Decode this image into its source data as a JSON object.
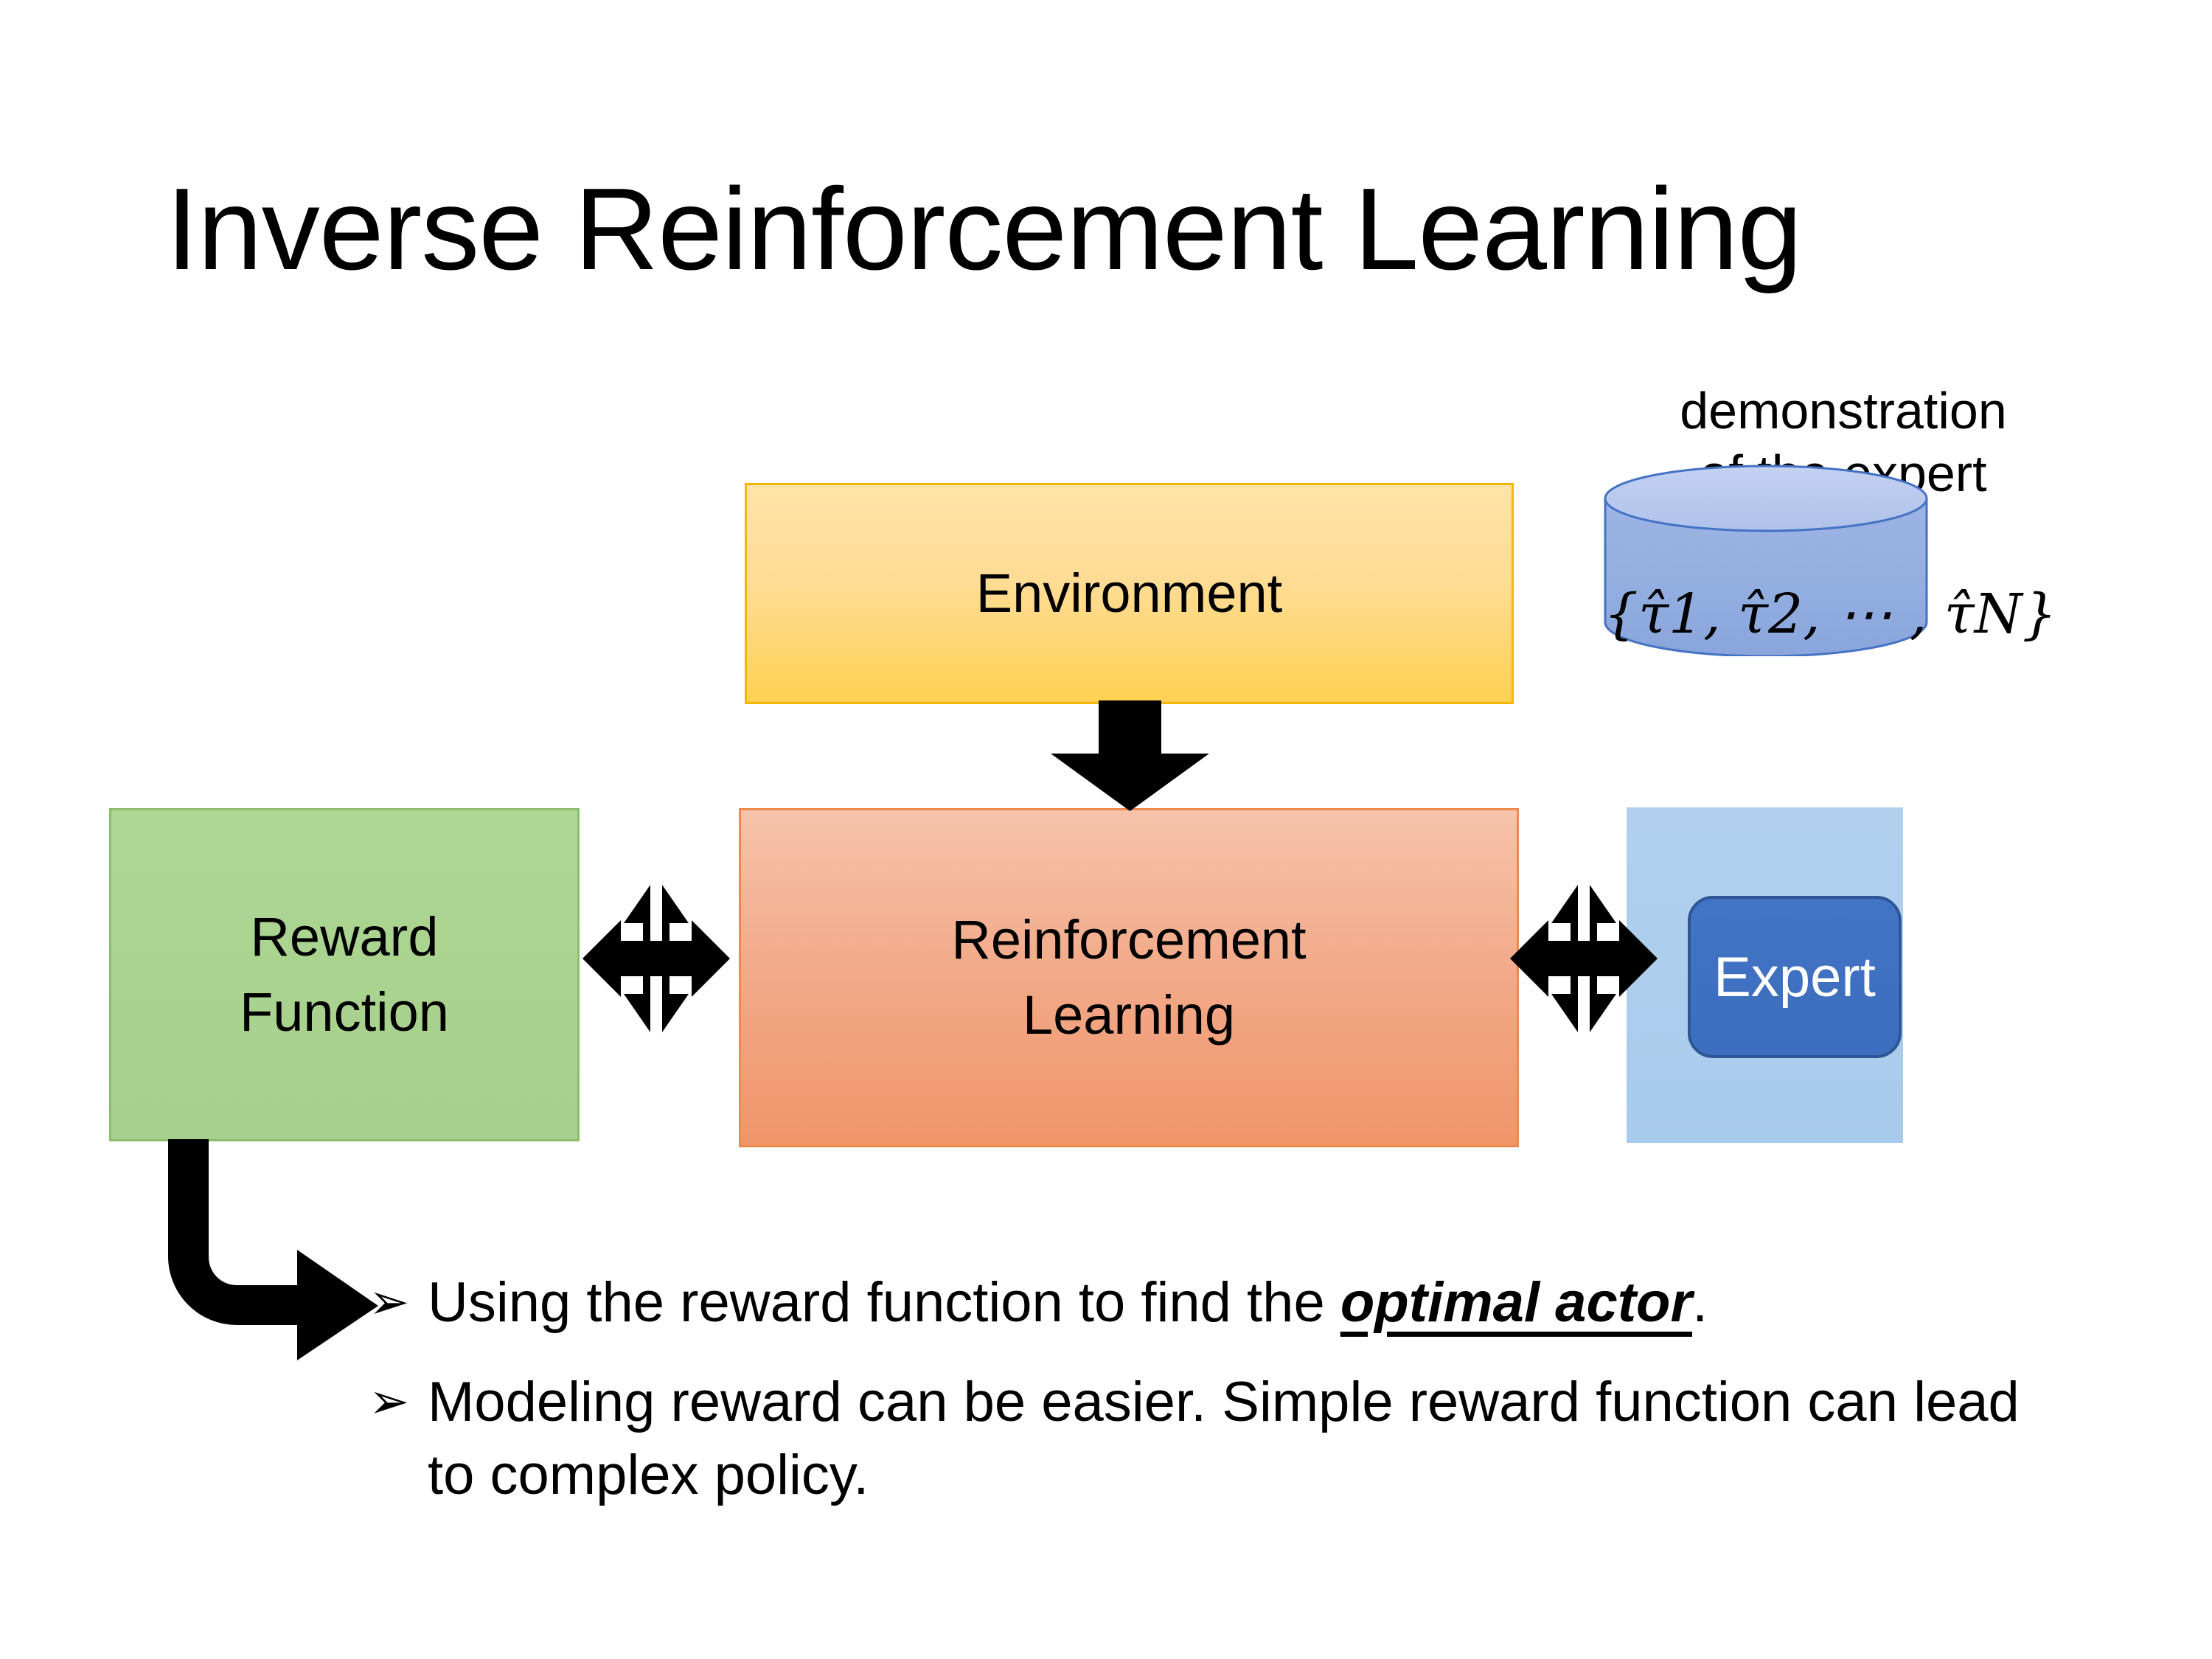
{
  "slide": {
    "title": "Inverse Reinforcement Learning",
    "background_color": "#FFFFFF"
  },
  "diagram": {
    "boxes": [
      {
        "name": "environment",
        "label": "Environment",
        "fill_top": "#FFE3A8",
        "fill_bottom": "#FFD153",
        "border_color": "#F2B705"
      },
      {
        "name": "reward-function",
        "label": "Reward\nFunction",
        "fill_top": "#AED694",
        "fill_bottom": "#A6D08C",
        "border_color": "#8BBE6E"
      },
      {
        "name": "reinforcement-learning",
        "label": "Reinforcement\nLearning",
        "fill_top": "#F6C3AA",
        "fill_bottom": "#F0956A",
        "border_color": "#ED8B4F"
      }
    ],
    "expert": {
      "caption": "demonstration\nof the expert",
      "cylinder_label": "{τ̂1, τ̂2, ⋯ , τ̂N}",
      "cylinder_label_parts": {
        "open_brace": "{",
        "items": [
          "τ̂",
          "τ̂",
          "τ̂"
        ],
        "subscripts": [
          "1",
          "2",
          "N"
        ],
        "ellipsis": "⋯",
        "close_brace": "}"
      },
      "button_label": "Expert",
      "button_fill": "#4274C4",
      "button_text_color": "#FFFFFF",
      "panel_fill": "#AFCEED",
      "cylinder_fill": "#93AEE0",
      "cylinder_top_fill": "#B7C7EC",
      "cylinder_stroke": "#4472C4"
    },
    "arrows": [
      {
        "name": "environment-to-rl",
        "direction": "down",
        "color": "#000000"
      },
      {
        "name": "reward-rl-bidirectional",
        "direction": "quad",
        "color": "#000000"
      },
      {
        "name": "rl-expert-bidirectional",
        "direction": "quad",
        "color": "#000000"
      },
      {
        "name": "reward-to-bullets-elbow",
        "direction": "down-right",
        "color": "#000000"
      }
    ]
  },
  "bullets": {
    "marker": "➢",
    "items": [
      {
        "lead": "Using the reward function to find the ",
        "emphasis": "optimal actor",
        "tail": "."
      },
      {
        "lead": "Modeling reward can be easier. Simple reward function can lead to complex policy.",
        "emphasis": "",
        "tail": ""
      }
    ]
  }
}
